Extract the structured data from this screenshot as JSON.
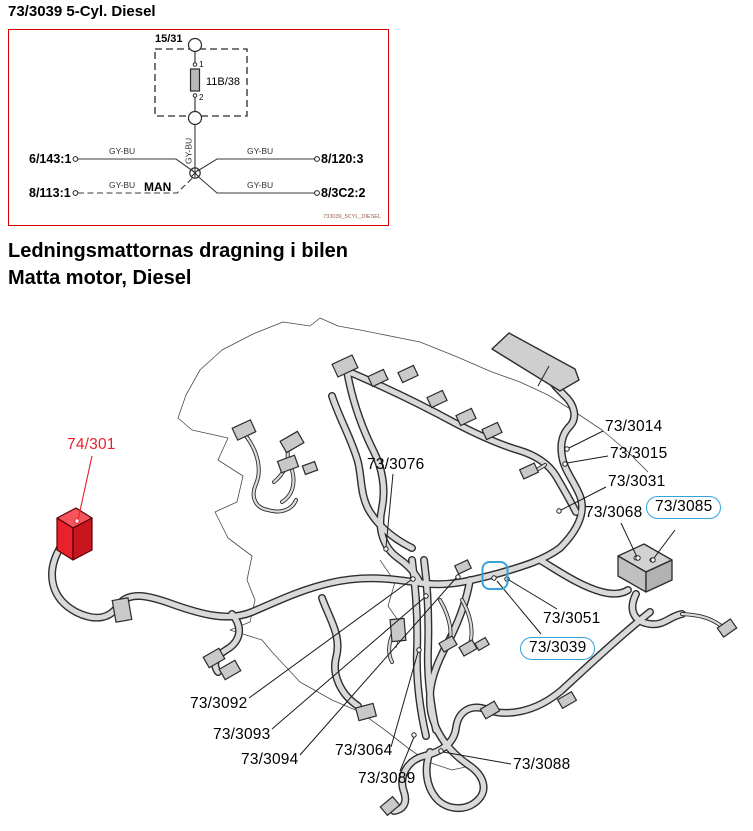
{
  "title": "73/3039 5-Cyl. Diesel",
  "schematic": {
    "top_connector": "15/31",
    "component": "11B/38",
    "pin_1": "1",
    "pin_2": "2",
    "vertical_wire": "GY-BU",
    "left_top_terminal": "6/143:1",
    "left_top_wire": "GY-BU",
    "left_bottom_terminal": "8/113:1",
    "left_bottom_wire": "GY-BU",
    "left_bottom_note": "MAN",
    "right_top_terminal": "8/120:3",
    "right_top_wire": "GY-BU",
    "right_bottom_terminal": "8/3C2:2",
    "right_bottom_wire": "GY-BU",
    "watermark": "733039_5CYL_DIESEL"
  },
  "headings": {
    "line1": "Ledningsmattornas dragning i bilen",
    "line2": "Matta motor, Diesel"
  },
  "harness": {
    "callouts": [
      {
        "label": "74/301"
      },
      {
        "label": "73/3076"
      },
      {
        "label": "73/3014"
      },
      {
        "label": "73/3015"
      },
      {
        "label": "73/3031"
      },
      {
        "label": "73/3068"
      },
      {
        "label": "73/3085"
      },
      {
        "label": "73/3051"
      },
      {
        "label": "73/3039"
      },
      {
        "label": "73/3092"
      },
      {
        "label": "73/3093"
      },
      {
        "label": "73/3094"
      },
      {
        "label": "73/3064"
      },
      {
        "label": "73/3089"
      },
      {
        "label": "73/3088"
      }
    ]
  },
  "colors": {
    "accent_red": "#e8212b",
    "schematic_border_red": "#d40000",
    "highlight_blue": "#35a3da",
    "harness_gray": "#d9d9d9"
  }
}
